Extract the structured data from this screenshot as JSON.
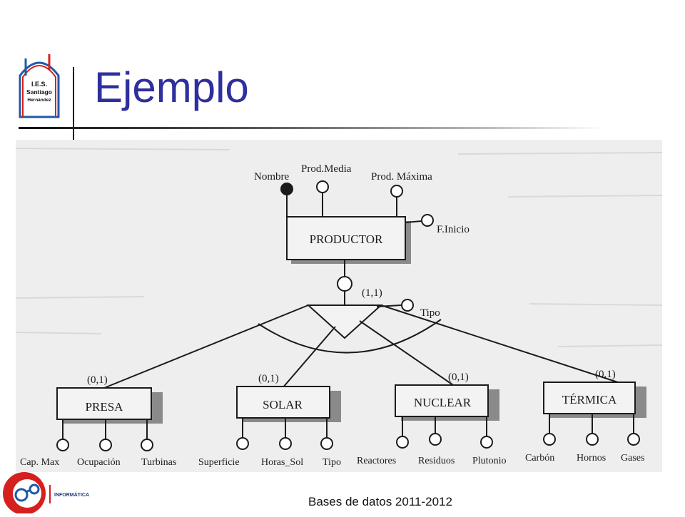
{
  "slide": {
    "title": "Ejemplo",
    "footer": "Bases de datos 2011-2012"
  },
  "logo_top": {
    "line1": "I.E.S.",
    "line2": "Santiago",
    "line3": "Hernández"
  },
  "logo_bottom": {
    "label": "INFORMÁTICA"
  },
  "diagram": {
    "main_entity": {
      "name": "PRODUCTOR"
    },
    "main_attributes": {
      "nombre": "Nombre",
      "prod_media": "Prod.Media",
      "prod_maxima": "Prod. Máxima",
      "f_inicio": "F.Inicio"
    },
    "hierarchy": {
      "cardinality": "(1,1)",
      "discriminator": "Tipo"
    },
    "subentities": [
      {
        "name": "PRESA",
        "cardinality": "(0,1)",
        "attributes": [
          "Cap. Max",
          "Ocupación",
          "Turbinas"
        ]
      },
      {
        "name": "SOLAR",
        "cardinality": "(0,1)",
        "attributes": [
          "Superficie",
          "Horas_Sol",
          "Tipo"
        ]
      },
      {
        "name": "NUCLEAR",
        "cardinality": "(0,1)",
        "attributes": [
          "Reactores",
          "Residuos",
          "Plutonio"
        ]
      },
      {
        "name": "TÉRMICA",
        "cardinality": "(0,1)",
        "attributes": [
          "Carbón",
          "Hornos",
          "Gases"
        ]
      }
    ]
  },
  "colors": {
    "title": "#2f2f9e",
    "logo_red": "#d62020",
    "logo_blue": "#1f5aa8"
  },
  "icons": {
    "school_logo": "ies-santiago-hernandez-logo",
    "dept_logo": "informatica-logo"
  }
}
